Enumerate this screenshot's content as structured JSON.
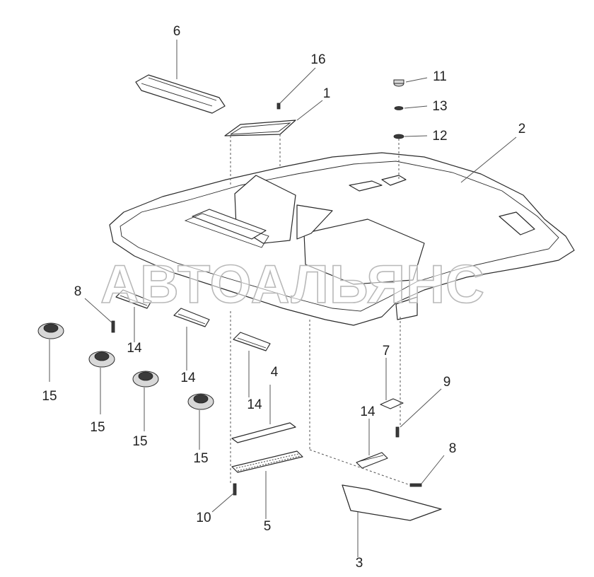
{
  "watermark": "АВТОАЛЬЯНС",
  "callouts": [
    {
      "id": "c6",
      "text": "6"
    },
    {
      "id": "c16",
      "text": "16"
    },
    {
      "id": "c1",
      "text": "1"
    },
    {
      "id": "c11",
      "text": "11"
    },
    {
      "id": "c13",
      "text": "13"
    },
    {
      "id": "c12",
      "text": "12"
    },
    {
      "id": "c2",
      "text": "2"
    },
    {
      "id": "c8a",
      "text": "8"
    },
    {
      "id": "c14a",
      "text": "14"
    },
    {
      "id": "c14b",
      "text": "14"
    },
    {
      "id": "c14c",
      "text": "14"
    },
    {
      "id": "c14d",
      "text": "14"
    },
    {
      "id": "c15a",
      "text": "15"
    },
    {
      "id": "c15b",
      "text": "15"
    },
    {
      "id": "c15c",
      "text": "15"
    },
    {
      "id": "c15d",
      "text": "15"
    },
    {
      "id": "c4",
      "text": "4"
    },
    {
      "id": "c7",
      "text": "7"
    },
    {
      "id": "c9",
      "text": "9"
    },
    {
      "id": "c8b",
      "text": "8"
    },
    {
      "id": "c10",
      "text": "10"
    },
    {
      "id": "c5",
      "text": "5"
    },
    {
      "id": "c3",
      "text": "3"
    }
  ]
}
